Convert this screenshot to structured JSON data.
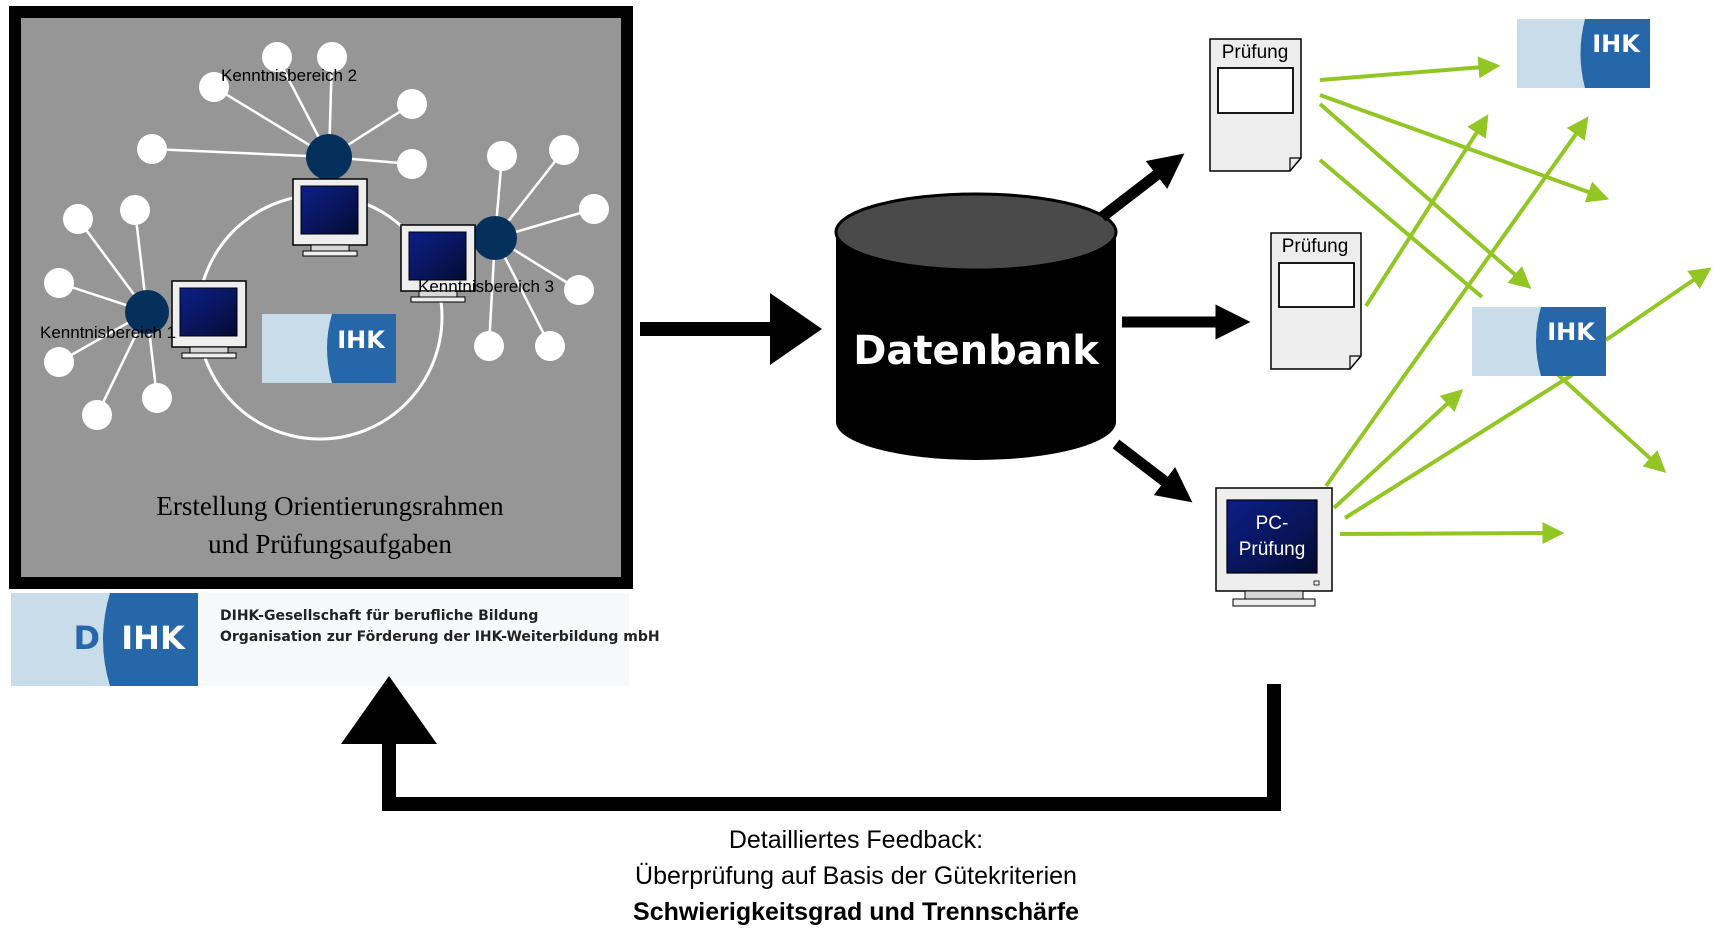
{
  "workshop": {
    "areas": [
      "Kenntnisbereich 1",
      "Kenntnisbereich 2",
      "Kenntnisbereich 3"
    ],
    "badge": "IHK",
    "caption_line1": "Erstellung Orientierungsrahmen",
    "caption_line2": "und Prüfungsaufgaben"
  },
  "dihk": {
    "logo_d": "D",
    "logo_ihk": "IHK",
    "line1": "DIHK-Gesellschaft für berufliche Bildung",
    "line2": "Organisation zur Förderung der IHK-Weiterbildung mbH"
  },
  "database": {
    "label": "Datenbank"
  },
  "outputs": {
    "paper_exam_1": "Prüfung",
    "paper_exam_2": "Prüfung",
    "pc_exam_line1": "PC-",
    "pc_exam_line2": "Prüfung"
  },
  "ihk_nodes": [
    "IHK",
    "IHK"
  ],
  "feedback": {
    "line1": "Detailliertes Feedback:",
    "line2": "Überprüfung auf Basis der Gütekriterien",
    "line3": "Schwierigkeitsgrad und Trennschärfe"
  },
  "colors": {
    "panel_gray": "#969696",
    "node_navy": "#06305c",
    "screen_blue": "#0a1a6e",
    "ihk_light": "#c9dcea",
    "ihk_blue": "#2567a8",
    "arrow_green": "#92c624",
    "paper_gray": "#ededed"
  }
}
